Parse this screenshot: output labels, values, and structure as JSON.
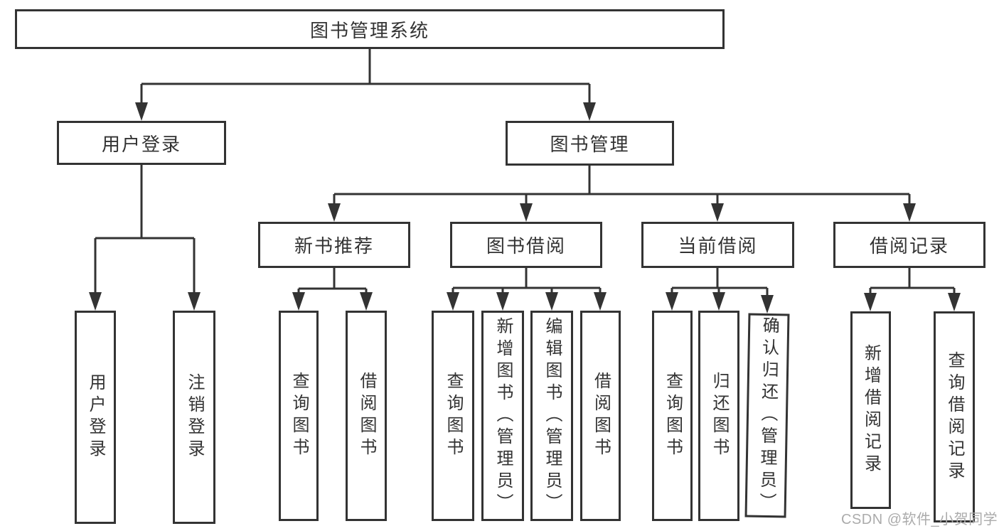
{
  "diagram_type": "hierarchy-tree",
  "style": {
    "line_color": "#333333",
    "text_color": "#333333",
    "watermark_color": "#ababab",
    "background": "#ffffff"
  },
  "tree": {
    "label": "图书管理系统",
    "children": [
      {
        "label": "用户登录",
        "children": [
          {
            "label": "用户登录"
          },
          {
            "label": "注销登录"
          }
        ]
      },
      {
        "label": "图书管理",
        "children": [
          {
            "label": "新书推荐",
            "children": [
              {
                "label": "查询图书"
              },
              {
                "label": "借阅图书"
              }
            ]
          },
          {
            "label": "图书借阅",
            "children": [
              {
                "label": "查询图书"
              },
              {
                "label": "新增图书（管理员）"
              },
              {
                "label": "编辑图书（管理员）"
              },
              {
                "label": "借阅图书"
              }
            ]
          },
          {
            "label": "当前借阅",
            "children": [
              {
                "label": "查询图书"
              },
              {
                "label": "归还图书"
              },
              {
                "label": "确认归还（管理员）"
              }
            ]
          },
          {
            "label": "借阅记录",
            "children": [
              {
                "label": "新增借阅记录"
              },
              {
                "label": "查询借阅记录"
              }
            ]
          }
        ]
      }
    ]
  },
  "watermark": {
    "text": "CSDN @软件_小贺同学"
  }
}
